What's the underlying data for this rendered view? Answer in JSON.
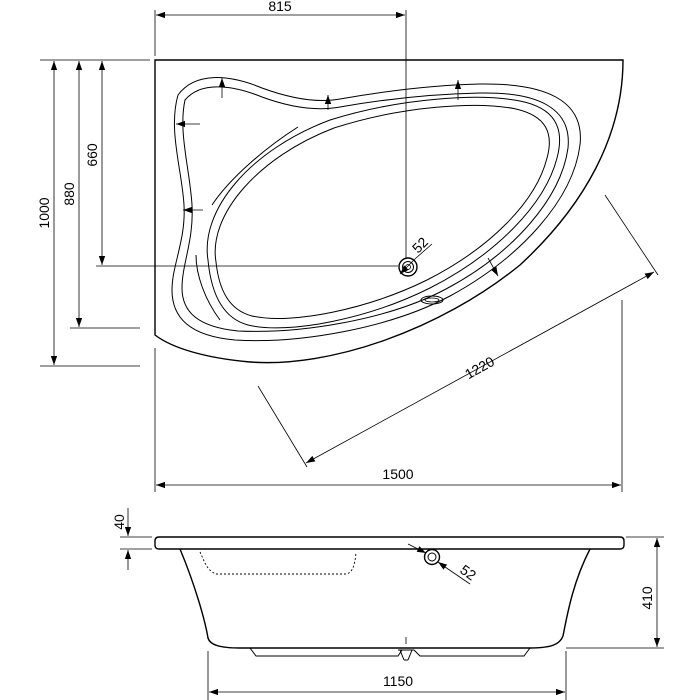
{
  "dimensions": {
    "top_offset": "815",
    "total_height": "1000",
    "height_880": "880",
    "height_660": "660",
    "drain_top": "52",
    "diagonal": "1220",
    "total_width": "1500",
    "rim_thickness": "40",
    "drain_side": "52",
    "depth": "410",
    "bottom_width": "1150"
  }
}
